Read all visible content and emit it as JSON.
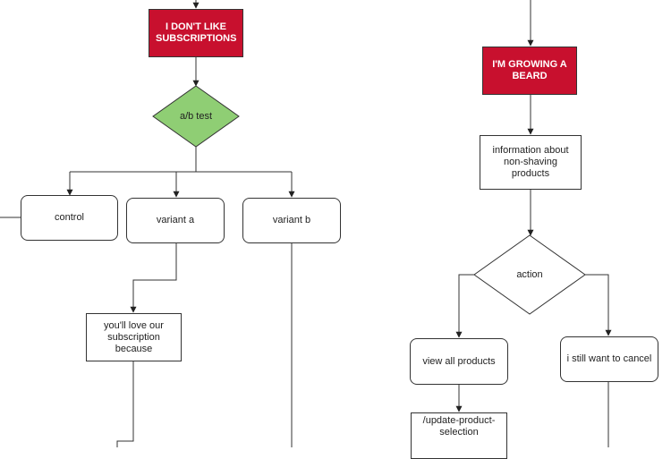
{
  "nodes": {
    "dont_like_subscriptions": "I DON'T LIKE SUBSCRIPTIONS",
    "ab_test": "a/b test",
    "control": "control",
    "variant_a": "variant a",
    "variant_b": "variant b",
    "love_subscription": "you'll love our subscription because",
    "growing_beard": "I'M GROWING A BEARD",
    "info_non_shaving": "information about non-shaving products",
    "action": "action",
    "view_all_products": "view all products",
    "still_cancel": "i still want to cancel",
    "update_product_selection": "/update-product-selection"
  },
  "colors": {
    "red_fill": "#c8102e",
    "green_fill": "#8fce74",
    "line": "#333333"
  }
}
